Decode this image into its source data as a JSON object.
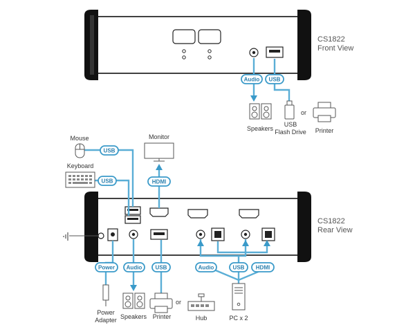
{
  "front": {
    "model": "CS1822",
    "view": "Front View",
    "connectors": {
      "audio": "Audio",
      "usb": "USB"
    },
    "devices": {
      "speakers": "Speakers",
      "usb_flash_line1": "USB",
      "usb_flash_line2": "Flash Drive",
      "printer": "Printer",
      "or": "or"
    }
  },
  "rear": {
    "model": "CS1822",
    "view": "Rear View",
    "connectors": {
      "usb_mouse": "USB",
      "usb_keyboard": "USB",
      "hdmi_monitor": "HDMI",
      "power": "Power",
      "audio": "Audio",
      "usb": "USB",
      "pc_audio": "Audio",
      "pc_usb": "USB",
      "pc_hdmi": "HDMI"
    },
    "devices": {
      "mouse": "Mouse",
      "keyboard": "Keyboard",
      "monitor": "Monitor",
      "power_adapter_line1": "Power",
      "power_adapter_line2": "Adapter",
      "speakers": "Speakers",
      "printer": "Printer",
      "or": "or",
      "hub": "Hub",
      "pc": "PC x 2"
    }
  }
}
